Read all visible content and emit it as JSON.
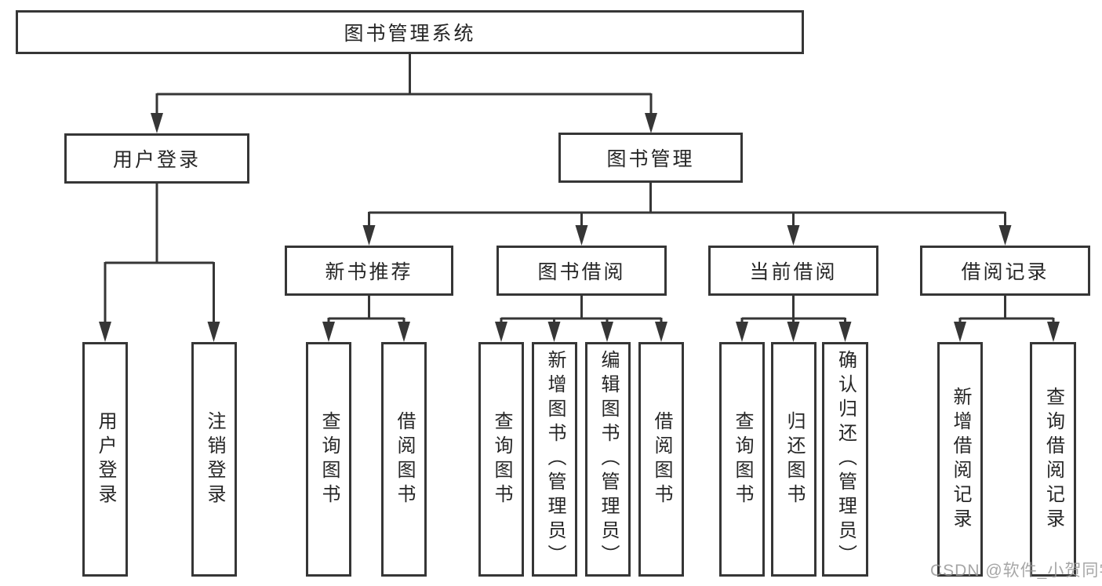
{
  "diagram": {
    "type": "hierarchy-tree",
    "tree": {
      "root": {
        "label": "图书管理系统",
        "children": [
          {
            "label": "用户登录",
            "children": [
              {
                "label": "用户登录"
              },
              {
                "label": "注销登录"
              }
            ]
          },
          {
            "label": "图书管理",
            "children": [
              {
                "label": "新书推荐",
                "children": [
                  {
                    "label": "查询图书"
                  },
                  {
                    "label": "借阅图书"
                  }
                ]
              },
              {
                "label": "图书借阅",
                "children": [
                  {
                    "label": "查询图书"
                  },
                  {
                    "label": "新增图书（管理员）"
                  },
                  {
                    "label": "编辑图书（管理员）"
                  },
                  {
                    "label": "借阅图书"
                  }
                ]
              },
              {
                "label": "当前借阅",
                "children": [
                  {
                    "label": "查询图书"
                  },
                  {
                    "label": "归还图书"
                  },
                  {
                    "label": "确认归还（管理员）"
                  }
                ]
              },
              {
                "label": "借阅记录",
                "children": [
                  {
                    "label": "新增借阅记录"
                  },
                  {
                    "label": "查询借阅记录"
                  }
                ]
              }
            ]
          }
        ]
      }
    },
    "colors": {
      "line": "#363636",
      "box_border": "#363636",
      "box_fill": "#ffffff",
      "text": "#262626",
      "background": "#ffffff",
      "watermark": "#969696"
    }
  },
  "watermark": {
    "text": "CSDN @软件_小贺同学"
  }
}
